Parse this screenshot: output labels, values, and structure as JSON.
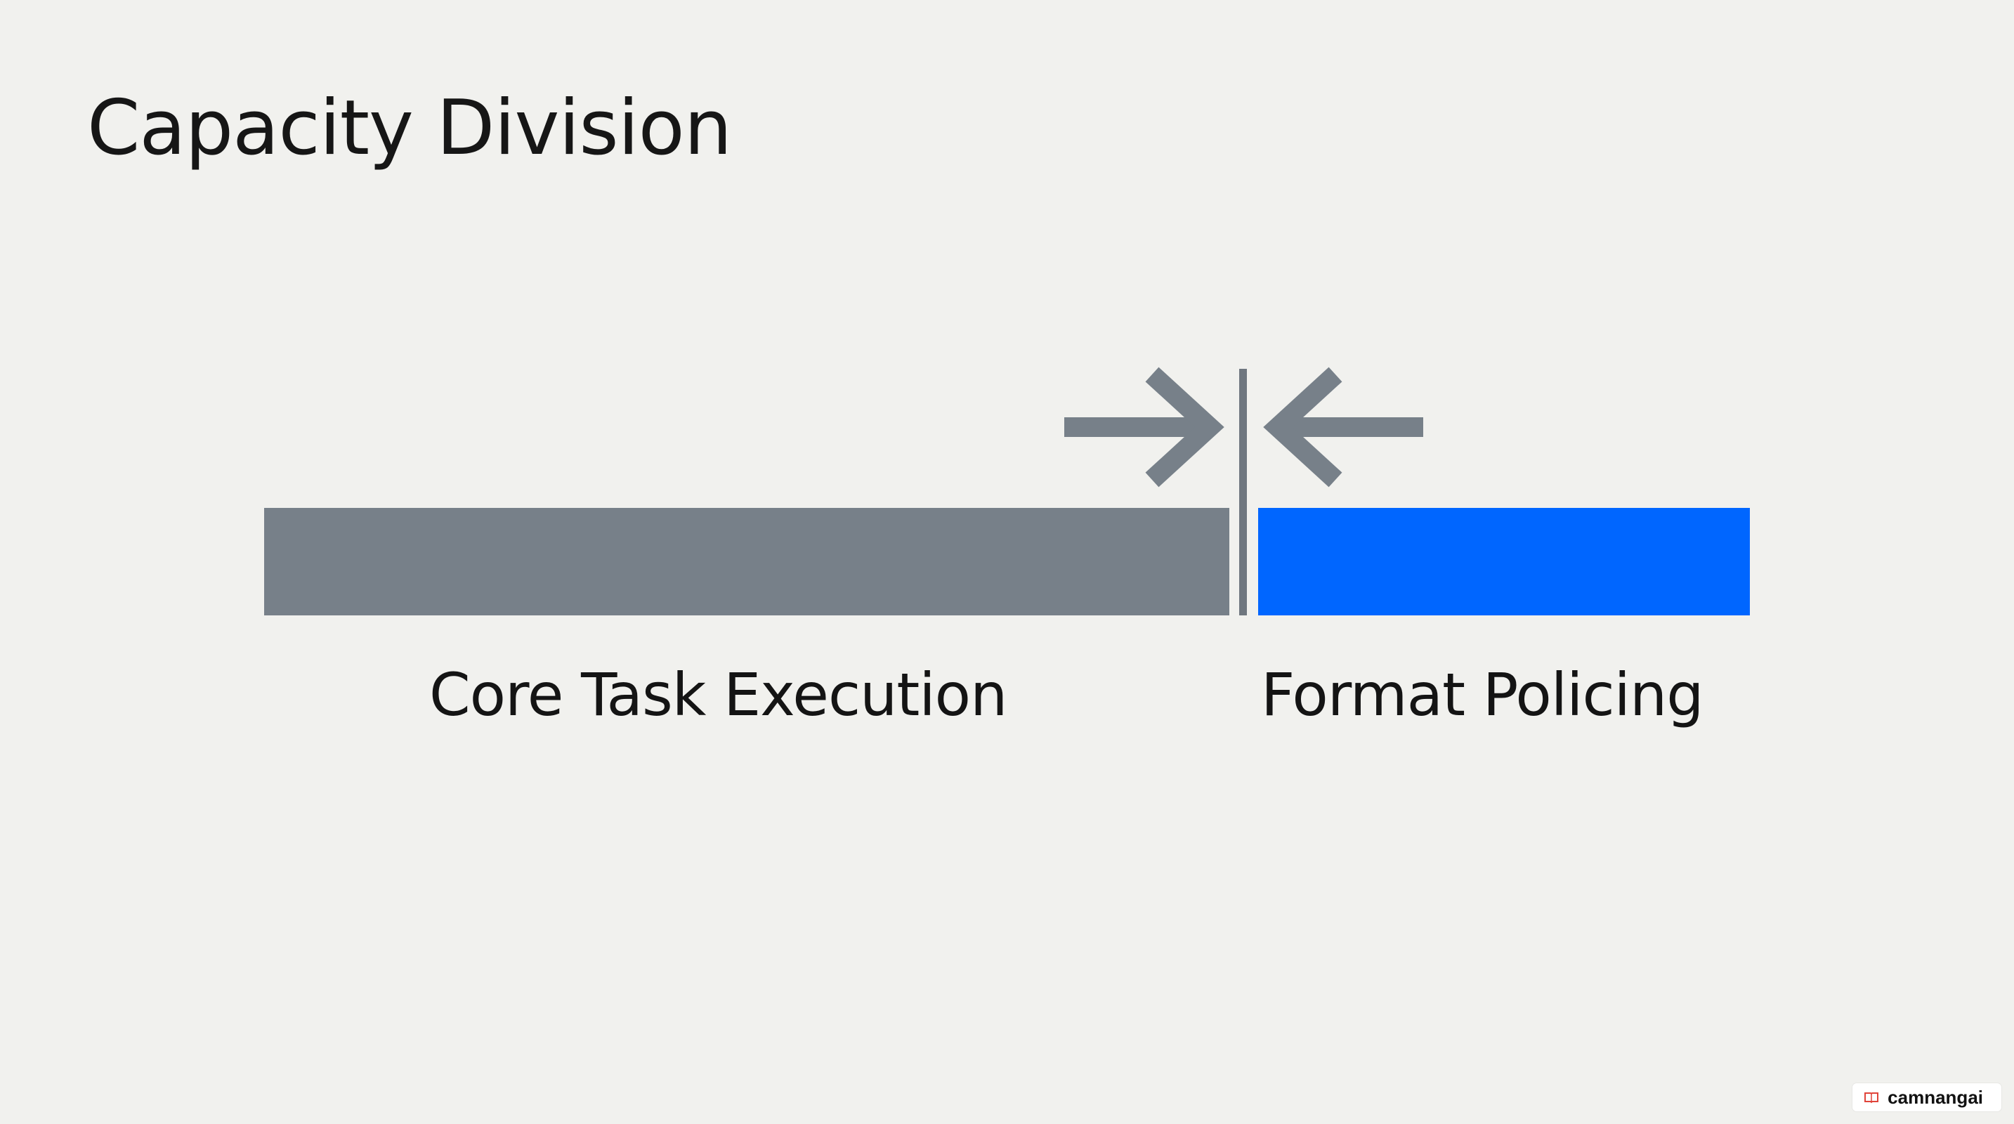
{
  "slide": {
    "title": "Capacity Division"
  },
  "diagram": {
    "segments": [
      {
        "label": "Core Task Execution",
        "color": "#778089",
        "share": 0.66
      },
      {
        "label": "Format Policing",
        "color": "#0066ff",
        "share": 0.34
      }
    ],
    "divider_color": "#6f777f",
    "arrow_color": "#778089",
    "arrows": [
      "arrow-right-icon",
      "arrow-left-icon"
    ]
  },
  "watermark": {
    "text": "camnangai",
    "icon": "book-icon",
    "icon_color": "#e0443a"
  }
}
